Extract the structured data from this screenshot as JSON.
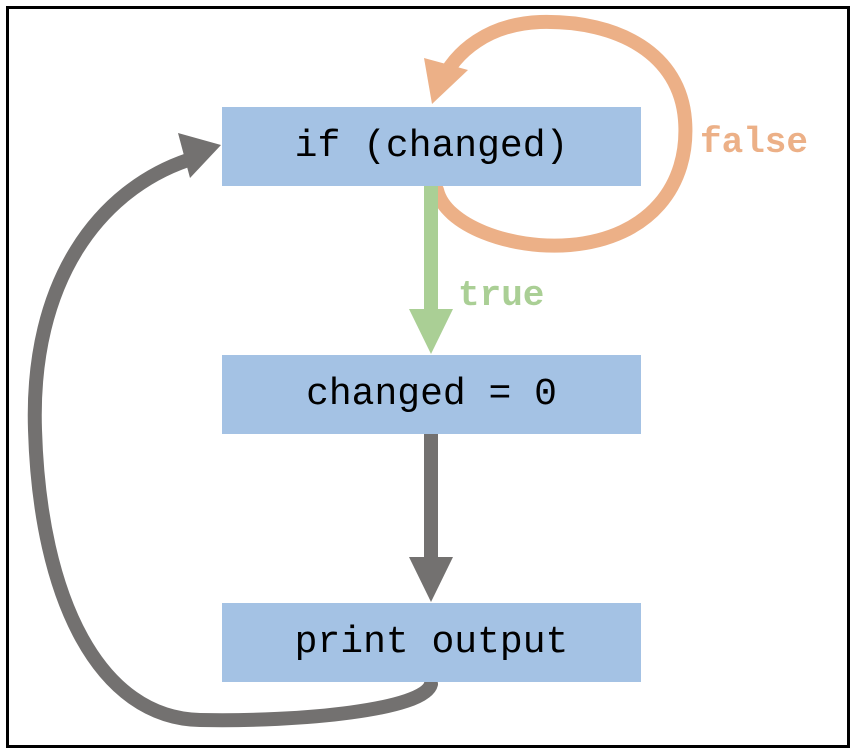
{
  "diagram": {
    "nodes": [
      {
        "id": "if-changed",
        "label": "if (changed)"
      },
      {
        "id": "reset-changed",
        "label": "changed = 0"
      },
      {
        "id": "print-output",
        "label": "print output"
      }
    ],
    "edges": [
      {
        "from": "if-changed",
        "to": "if-changed",
        "label": "false",
        "color": "#ecb087"
      },
      {
        "from": "if-changed",
        "to": "reset-changed",
        "label": "true",
        "color": "#aacf95"
      },
      {
        "from": "reset-changed",
        "to": "print-output",
        "label": "",
        "color": "#737170"
      },
      {
        "from": "print-output",
        "to": "if-changed",
        "label": "",
        "color": "#737170"
      }
    ]
  },
  "colors": {
    "node_fill": "#a4c2e4",
    "false_edge": "#ecb087",
    "true_edge": "#aacf95",
    "flow_edge": "#737170",
    "frame_border": "#000000"
  }
}
